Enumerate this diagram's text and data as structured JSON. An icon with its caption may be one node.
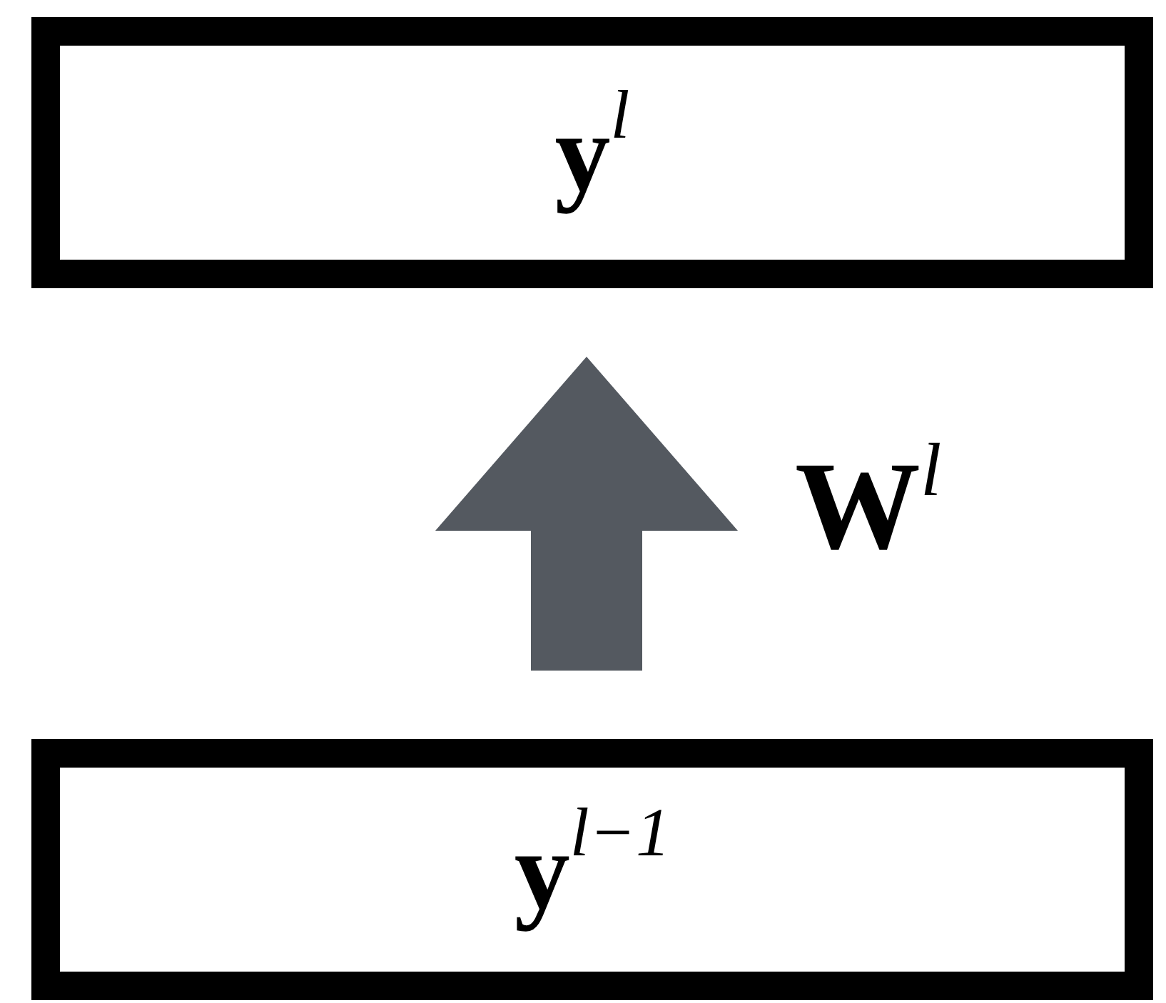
{
  "diagram": {
    "nodes": [
      {
        "text": [
          "**y**$^{l}$"
        ]
      },
      {
        "text": [
          "**y**$^{l−1}$"
        ]
      }
    ],
    "edges": [
      {
        "from": 1,
        "to": 0,
        "arrow": "to",
        "label": "**W**$^{l}$"
      }
    ]
  }
}
